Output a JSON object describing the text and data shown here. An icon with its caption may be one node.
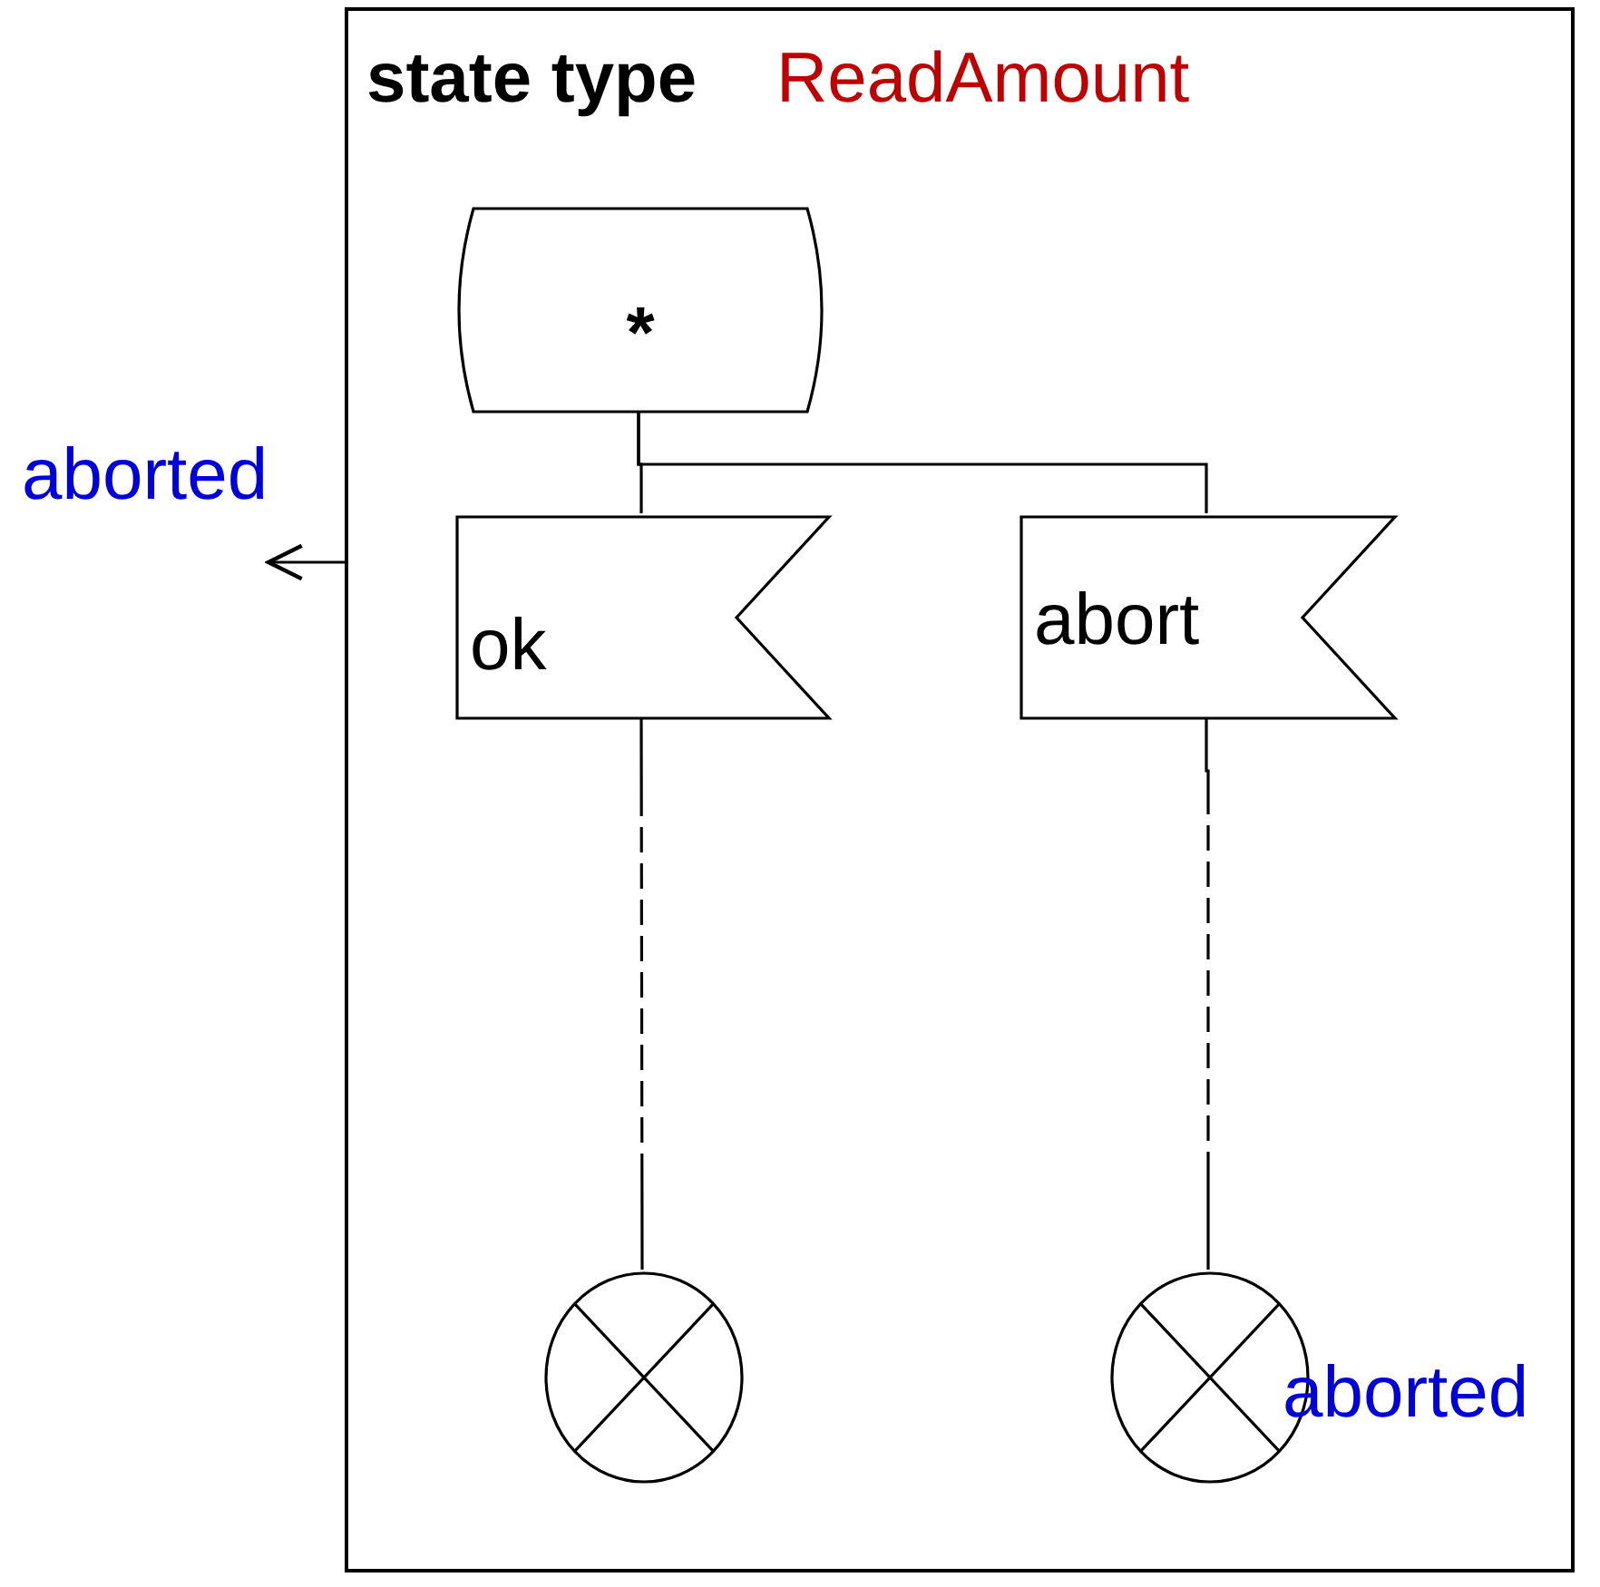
{
  "diagram": {
    "nodes": [
      {
        "text": [
          "state type",
          "ReadAmount"
        ]
      },
      {
        "text": [
          "*"
        ],
        "in": 0
      },
      {
        "text": [
          "ok"
        ],
        "in": 0
      },
      {
        "text": [
          "abort"
        ],
        "in": 0
      },
      {
        "text": [],
        "shape": "circle",
        "in": 0
      },
      {
        "text": [],
        "shape": "circle",
        "in": 0,
        "beside": [
          "aborted"
        ]
      }
    ],
    "edges": [
      {
        "from": 1,
        "to": 2,
        "arrow": "none"
      },
      {
        "from": 1,
        "to": 3,
        "arrow": "none"
      },
      {
        "from": 2,
        "to": 4,
        "arrow": "none",
        "style": "dashed"
      },
      {
        "from": 3,
        "to": 5,
        "arrow": "none",
        "style": "dashed"
      },
      {
        "from": 0,
        "to": null,
        "arrow": "to",
        "label": "aborted"
      }
    ]
  }
}
